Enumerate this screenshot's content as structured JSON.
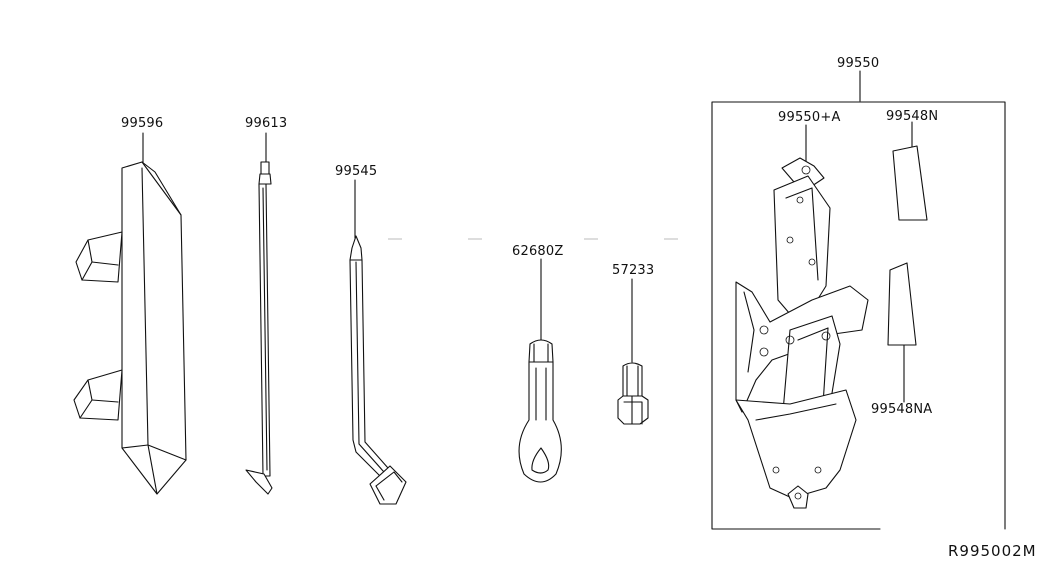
{
  "diagram": {
    "parts": [
      {
        "id": "wheel-chock",
        "number": "99596"
      },
      {
        "id": "jack-handle-bar",
        "number": "99613"
      },
      {
        "id": "lug-wrench",
        "number": "99545"
      },
      {
        "id": "tow-hook",
        "number": "62680Z"
      },
      {
        "id": "adapter",
        "number": "57233"
      },
      {
        "id": "jack-assembly",
        "number": "99550"
      },
      {
        "id": "jack",
        "number": "99550+A"
      },
      {
        "id": "label-upper",
        "number": "99548N"
      },
      {
        "id": "label-lower",
        "number": "99548NA"
      }
    ],
    "reference_code": "R995002M"
  }
}
